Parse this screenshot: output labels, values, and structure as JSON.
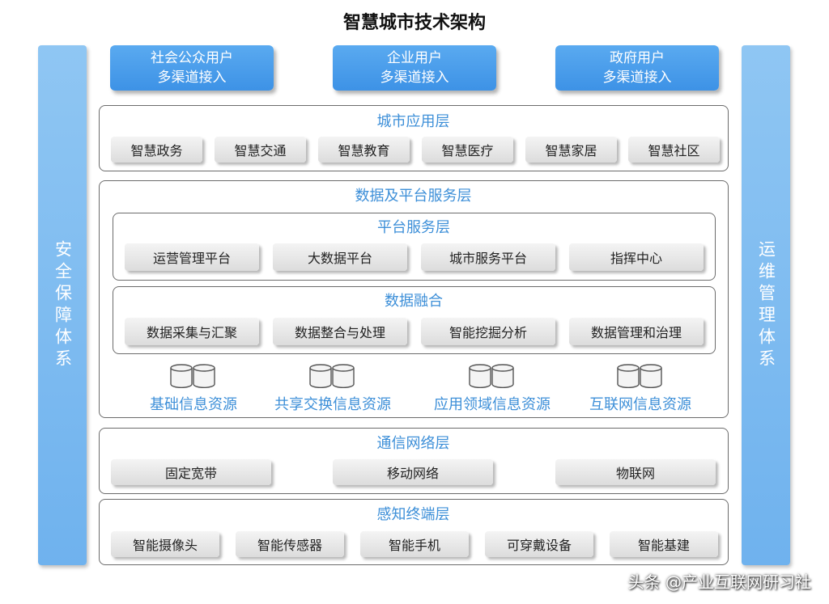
{
  "title": "智慧城市技术架构",
  "left_pillar": "安全保障体系",
  "right_pillar": "运维管理体系",
  "channels": [
    {
      "line1": "社会公众用户",
      "line2": "多渠道接入"
    },
    {
      "line1": "企业用户",
      "line2": "多渠道接入"
    },
    {
      "line1": "政府用户",
      "line2": "多渠道接入"
    }
  ],
  "app_layer": {
    "title": "城市应用层",
    "items": [
      "智慧政务",
      "智慧交通",
      "智慧教育",
      "智慧医疗",
      "智慧家居",
      "智慧社区"
    ]
  },
  "data_platform_layer": {
    "title": "数据及平台服务层",
    "platform": {
      "title": "平台服务层",
      "items": [
        "运营管理平台",
        "大数据平台",
        "城市服务平台",
        "指挥中心"
      ]
    },
    "fusion": {
      "title": "数据融合",
      "items": [
        "数据采集与汇聚",
        "数据整合与处理",
        "智能挖掘分析",
        "数据管理和治理"
      ]
    },
    "resources": [
      "基础信息资源",
      "共享交换信息资源",
      "应用领域信息资源",
      "互联网信息资源"
    ]
  },
  "network_layer": {
    "title": "通信网络层",
    "items": [
      "固定宽带",
      "移动网络",
      "物联网"
    ]
  },
  "terminal_layer": {
    "title": "感知终端层",
    "items": [
      "智能摄像头",
      "智能传感器",
      "智能手机",
      "可穿戴设备",
      "智能基建"
    ]
  },
  "watermark": "头条 @产业互联网研习社",
  "colors": {
    "pillar": "#7db9f0",
    "channel": "#4a9eea",
    "layer_title": "#3d8fd8",
    "pill": "#e2e2e2"
  }
}
